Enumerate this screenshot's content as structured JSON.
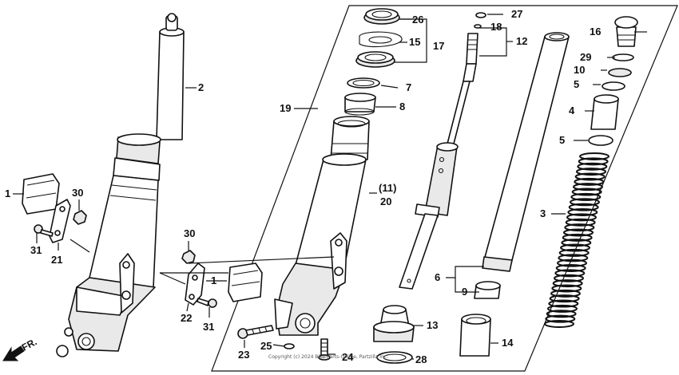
{
  "diagram": {
    "direction_label": "FR.",
    "copyright": "Copyright (c) 2024 Bike-Parts-Online, Partzilla Inc.",
    "callouts": [
      {
        "id": "c1a",
        "text": "1"
      },
      {
        "id": "c1b",
        "text": "1"
      },
      {
        "id": "c2",
        "text": "2"
      },
      {
        "id": "c3",
        "text": "3"
      },
      {
        "id": "c4",
        "text": "4"
      },
      {
        "id": "c5a",
        "text": "5"
      },
      {
        "id": "c5b",
        "text": "5"
      },
      {
        "id": "c6",
        "text": "6"
      },
      {
        "id": "c7",
        "text": "7"
      },
      {
        "id": "c8",
        "text": "8"
      },
      {
        "id": "c9",
        "text": "9"
      },
      {
        "id": "c10",
        "text": "10"
      },
      {
        "id": "c11",
        "text": "(11)"
      },
      {
        "id": "c12",
        "text": "12"
      },
      {
        "id": "c13",
        "text": "13"
      },
      {
        "id": "c14",
        "text": "14"
      },
      {
        "id": "c15",
        "text": "15"
      },
      {
        "id": "c16",
        "text": "16"
      },
      {
        "id": "c17",
        "text": "17"
      },
      {
        "id": "c18",
        "text": "18"
      },
      {
        "id": "c19",
        "text": "19"
      },
      {
        "id": "c20",
        "text": "20"
      },
      {
        "id": "c21",
        "text": "21"
      },
      {
        "id": "c22",
        "text": "22"
      },
      {
        "id": "c23",
        "text": "23"
      },
      {
        "id": "c24",
        "text": "24"
      },
      {
        "id": "c25",
        "text": "25"
      },
      {
        "id": "c26",
        "text": "26"
      },
      {
        "id": "c27",
        "text": "27"
      },
      {
        "id": "c28",
        "text": "28"
      },
      {
        "id": "c29",
        "text": "29"
      },
      {
        "id": "c30a",
        "text": "30"
      },
      {
        "id": "c30b",
        "text": "30"
      },
      {
        "id": "c31a",
        "text": "31"
      },
      {
        "id": "c31b",
        "text": "31"
      }
    ]
  }
}
